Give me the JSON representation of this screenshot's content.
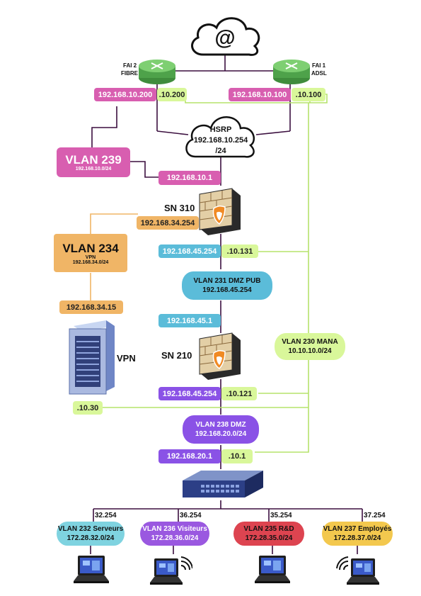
{
  "internet": {
    "icon": "internet-cloud-at-icon"
  },
  "fai2": {
    "name": "FAI 2",
    "type": "FIBRE",
    "ip": "192.168.10.200",
    "short_ip": ".10.200"
  },
  "fai1": {
    "name": "FAI 1",
    "type": "ADSL",
    "ip": "192.168.10.100",
    "short_ip": ".10.100"
  },
  "hsrp": {
    "title": "HSRP",
    "ip": "192.168.10.254",
    "mask": "/24"
  },
  "vlan239": {
    "title": "VLAN 239",
    "net": "192.168.10.0/24",
    "gw": "192.168.10.1"
  },
  "sn310": {
    "name": "SN 310",
    "ip_vpn": "192.168.34.254",
    "ip_dmz": "192.168.45.254",
    "ip_mana": ".10.131"
  },
  "vlan234": {
    "title": "VLAN 234",
    "sub": "VPN",
    "net": "192.168.34.0/24",
    "host_ip": "192.168.34.15"
  },
  "vpn_server": {
    "label": "VPN",
    "mana_ip": ".10.30"
  },
  "vlan231": {
    "title": "VLAN 231 DMZ PUB",
    "net": "192.168.45.254"
  },
  "sn210": {
    "name": "SN 210",
    "ip_dmzpub": "192.168.45.1",
    "ip_238": "192.168.45.254",
    "ip_mana": ".10.121"
  },
  "vlan230": {
    "title": "VLAN 230 MANA",
    "net": "10.10.10.0/24"
  },
  "vlan238": {
    "title": "VLAN 238 DMZ",
    "net": "192.168.20.0/24"
  },
  "switch": {
    "ip": "192.168.20.1",
    "mana_ip": ".10.1"
  },
  "vlans_bottom": [
    {
      "title": "VLAN 232 Serveurs",
      "net": "172.28.32.0/24",
      "gw": "32.254",
      "color": "#7fd3e0"
    },
    {
      "title": "VLAN 236 Visiteurs",
      "net": "172.28.36.0/24",
      "gw": "36.254",
      "color": "#9a58e0"
    },
    {
      "title": "VLAN 235 R&D",
      "net": "172.28.35.0/24",
      "gw": "35.254",
      "color": "#dd4450"
    },
    {
      "title": "VLAN 237 Employés",
      "net": "172.28.37.0/24",
      "gw": "37.254",
      "color": "#f3c84e"
    }
  ],
  "colors": {
    "pink": "#d85eb0",
    "lime": "#d9f79a",
    "blue": "#5bbcd9",
    "orange": "#f0b566",
    "purple": "#8a52e6",
    "link": "#3b0f3f",
    "mana_line": "#b6e36c"
  }
}
